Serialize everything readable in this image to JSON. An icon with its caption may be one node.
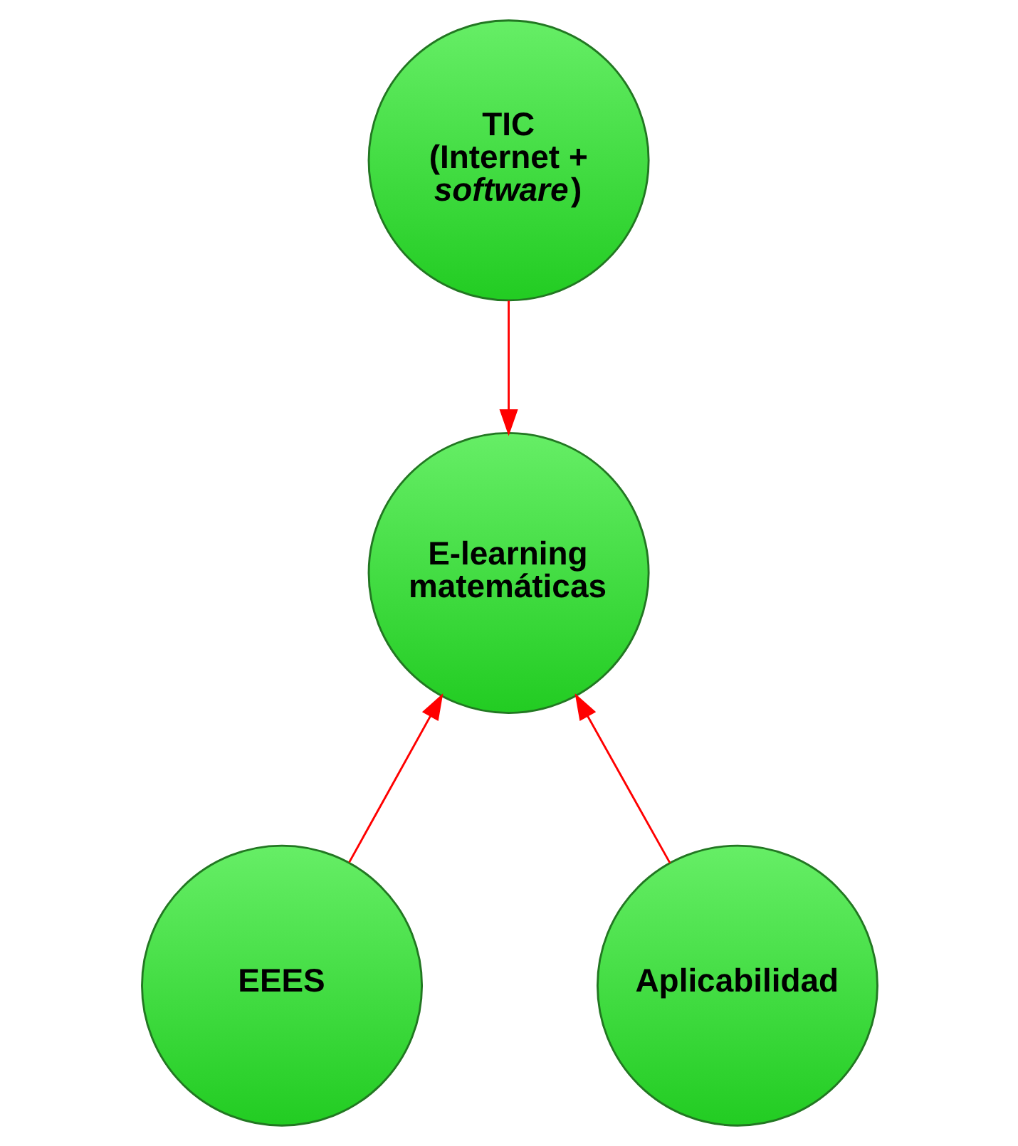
{
  "diagram": {
    "nodes": [
      {
        "text": [
          "TIC",
          "(Internet + *software*)"
        ]
      },
      {
        "text": [
          "E-learning matemáticas"
        ]
      },
      {
        "text": [
          "EEES"
        ]
      },
      {
        "text": [
          "Aplicabilidad"
        ]
      }
    ],
    "edges": [
      {
        "from": 0,
        "to": 1,
        "arrow": "to",
        "color": "#ff0000"
      },
      {
        "from": 2,
        "to": 1,
        "arrow": "to",
        "color": "#ff0000"
      },
      {
        "from": 3,
        "to": 1,
        "arrow": "to",
        "color": "#ff0000"
      }
    ]
  }
}
